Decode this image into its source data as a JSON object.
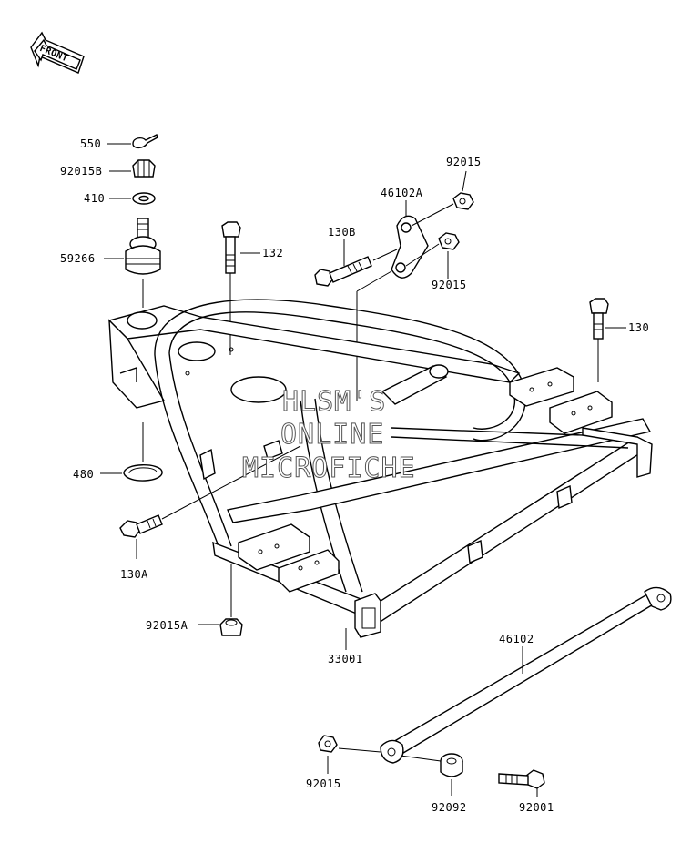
{
  "front_tag": "FRONT",
  "watermark": {
    "line1": "HLSM'S",
    "line2": "ONLINE",
    "line3": "MICROFICHE"
  },
  "labels": {
    "p550": "550",
    "p92015B": "92015B",
    "p410": "410",
    "p59266": "59266",
    "p132": "132",
    "p46102A": "46102A",
    "p92015_top": "92015",
    "p130B": "130B",
    "p92015_mid": "92015",
    "p130": "130",
    "p480": "480",
    "p130A": "130A",
    "p92015A": "92015A",
    "p33001": "33001",
    "p46102": "46102",
    "p92015_bot": "92015",
    "p92092": "92092",
    "p92001": "92001"
  }
}
